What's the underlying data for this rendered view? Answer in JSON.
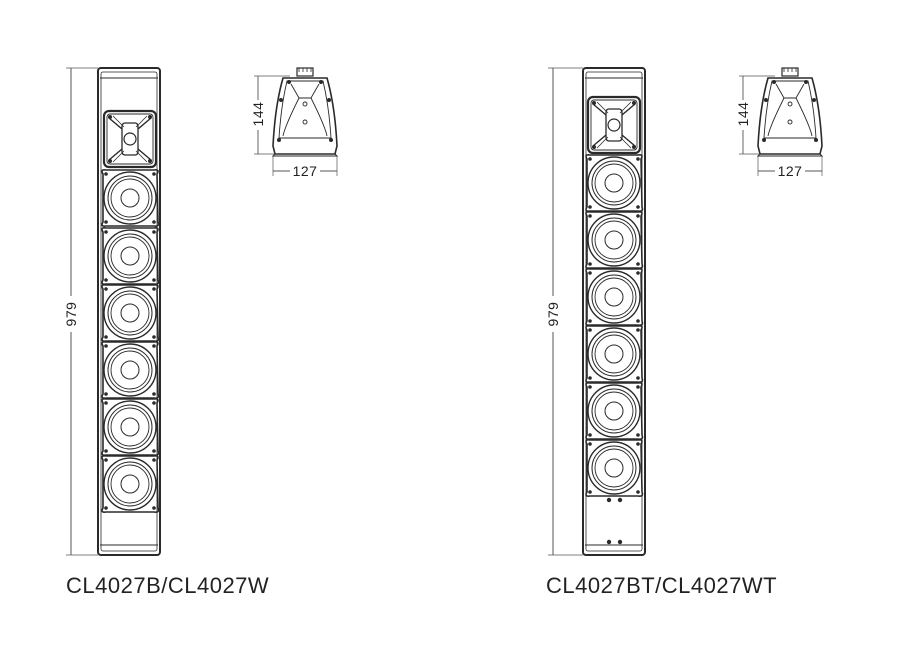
{
  "models": [
    {
      "name": "CL4027B/CL4027W",
      "height_dim": "979",
      "side_height_dim": "144",
      "side_width_dim": "127",
      "woofer_count": 6,
      "has_bottom_dots": false
    },
    {
      "name": "CL4027BT/CL4027WT",
      "height_dim": "979",
      "side_height_dim": "144",
      "side_width_dim": "127",
      "woofer_count": 6,
      "has_bottom_dots": true
    }
  ],
  "colors": {
    "line": "#2a2a2a",
    "text": "#222222",
    "background": "#ffffff"
  }
}
